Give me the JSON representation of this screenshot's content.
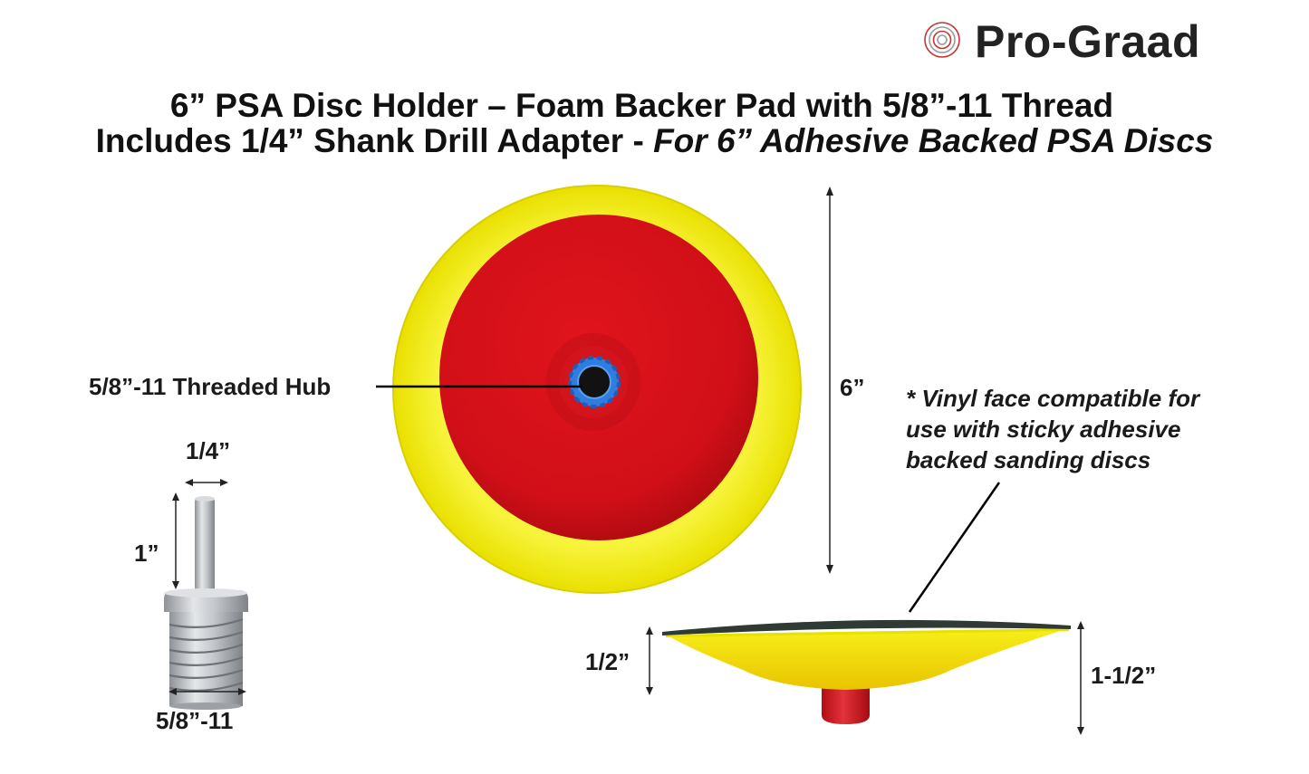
{
  "brand": {
    "name": "Pro-Graad",
    "logo_icon": "concentric-circles-icon",
    "logo_color": "#c8332f"
  },
  "title": {
    "line1": "6” PSA Disc Holder – Foam Backer Pad with 5/8”-11 Thread",
    "line2_prefix": "Includes 1/4” Shank Drill Adapter - ",
    "line2_italic": "For 6” Adhesive Backed PSA Discs"
  },
  "labels": {
    "hub": "5/8”-11 Threaded Hub",
    "pad_diameter": "6”",
    "shank_width": "1/4”",
    "shank_length": "1”",
    "adapter_thread": "5/8”-11",
    "pad_thickness": "1/2”",
    "pad_height": "1-1/2”"
  },
  "note": {
    "line1": "* Vinyl face compatible for",
    "line2": "use with sticky adhesive",
    "line3": "backed sanding discs"
  },
  "colors": {
    "foam_yellow": "#f3ef1c",
    "pad_red": "#d8131b",
    "hub_blue": "#2f7de0",
    "vinyl_dark": "#2e3a33",
    "steel": "#b9bcc0"
  }
}
